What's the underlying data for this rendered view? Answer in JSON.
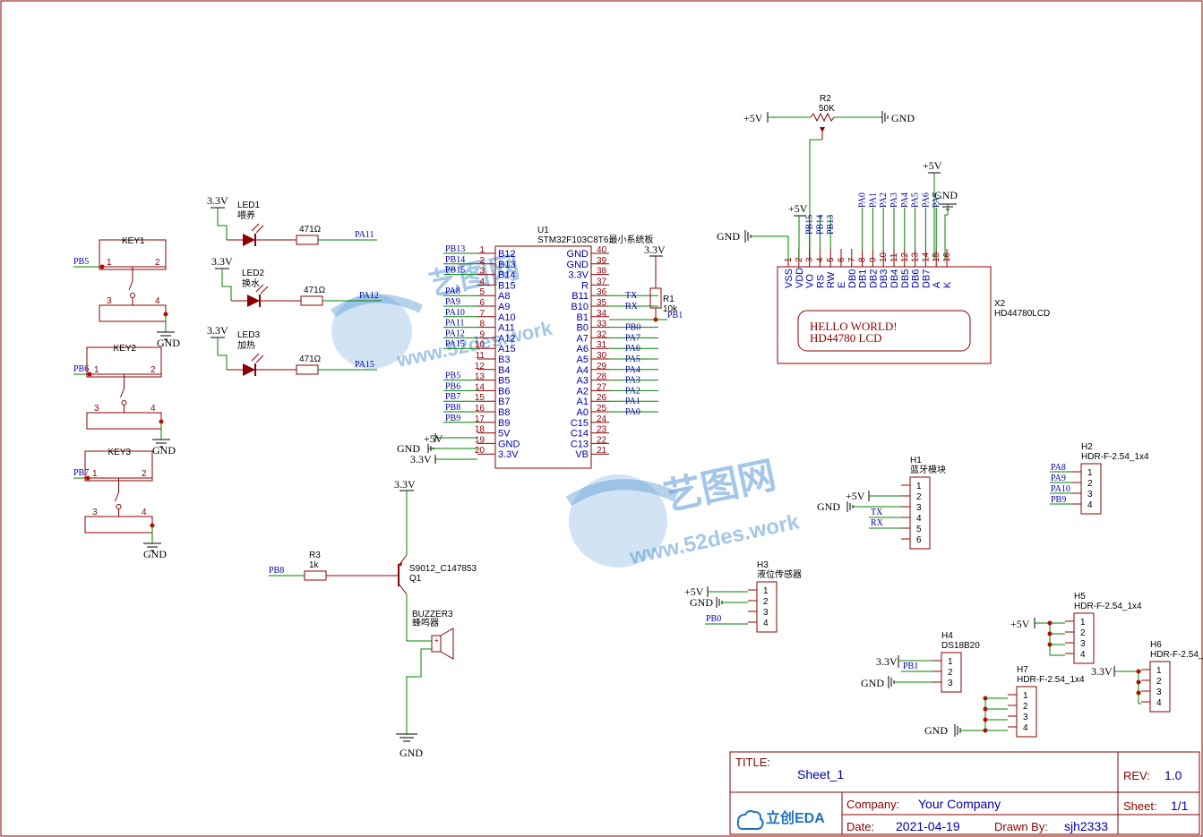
{
  "left_buttons": {
    "key1": {
      "ref": "KEY1",
      "net": "PB5",
      "pins": [
        "1",
        "2",
        "3",
        "4"
      ],
      "gnd": "GND"
    },
    "key2": {
      "ref": "KEY2",
      "net": "PB6",
      "pins": [
        "1",
        "2",
        "3",
        "4"
      ],
      "gnd": "GND"
    },
    "key3": {
      "ref": "KEY3",
      "net": "PB7",
      "pins": [
        "1",
        "2",
        "3",
        "4"
      ],
      "gnd": "GND"
    }
  },
  "leds": {
    "led1": {
      "supply": "3.3V",
      "ref": "LED1",
      "name": "喂养",
      "res": "471Ω",
      "net": "PA11"
    },
    "led2": {
      "supply": "3.3V",
      "ref": "LED2",
      "name": "换水",
      "res": "471Ω",
      "net": "PA12"
    },
    "led3": {
      "supply": "3.3V",
      "ref": "LED3",
      "name": "加热",
      "res": "471Ω",
      "net": "PA15"
    }
  },
  "u1": {
    "ref": "U1",
    "name": "STM32F103C8T6最小系统板",
    "left_pins": [
      {
        "num": "1",
        "name": "B12",
        "net": "PB13"
      },
      {
        "num": "2",
        "name": "B13",
        "net": "PB14"
      },
      {
        "num": "3",
        "name": "B14",
        "net": "PB15"
      },
      {
        "num": "4",
        "name": "B15",
        "net": ""
      },
      {
        "num": "5",
        "name": "A8",
        "net": "PA8"
      },
      {
        "num": "6",
        "name": "A9",
        "net": "PA9"
      },
      {
        "num": "7",
        "name": "A10",
        "net": "PA10"
      },
      {
        "num": "8",
        "name": "A11",
        "net": "PA11"
      },
      {
        "num": "9",
        "name": "A12",
        "net": "PA12"
      },
      {
        "num": "10",
        "name": "A15",
        "net": "PA15"
      },
      {
        "num": "11",
        "name": "B3",
        "net": ""
      },
      {
        "num": "12",
        "name": "B4",
        "net": ""
      },
      {
        "num": "13",
        "name": "B5",
        "net": "PB5"
      },
      {
        "num": "14",
        "name": "B6",
        "net": "PB6"
      },
      {
        "num": "15",
        "name": "B7",
        "net": "PB7"
      },
      {
        "num": "16",
        "name": "B8",
        "net": "PB8"
      },
      {
        "num": "17",
        "name": "B9",
        "net": "PB9"
      },
      {
        "num": "18",
        "name": "5V",
        "net": ""
      },
      {
        "num": "19",
        "name": "GND",
        "net": ""
      },
      {
        "num": "20",
        "name": "3.3V",
        "net": ""
      }
    ],
    "right_pins": [
      {
        "num": "40",
        "name": "GND",
        "net": ""
      },
      {
        "num": "39",
        "name": "GND",
        "net": ""
      },
      {
        "num": "38",
        "name": "3.3V",
        "net": ""
      },
      {
        "num": "37",
        "name": "R",
        "net": ""
      },
      {
        "num": "36",
        "name": "B11",
        "net": "TX"
      },
      {
        "num": "35",
        "name": "B10",
        "net": "RX"
      },
      {
        "num": "34",
        "name": "B1",
        "net": ""
      },
      {
        "num": "33",
        "name": "B0",
        "net": "PB0"
      },
      {
        "num": "32",
        "name": "A7",
        "net": "PA7"
      },
      {
        "num": "31",
        "name": "A6",
        "net": "PA6"
      },
      {
        "num": "30",
        "name": "A5",
        "net": "PA5"
      },
      {
        "num": "29",
        "name": "A4",
        "net": "PA4"
      },
      {
        "num": "28",
        "name": "A3",
        "net": "PA3"
      },
      {
        "num": "27",
        "name": "A2",
        "net": "PA2"
      },
      {
        "num": "26",
        "name": "A1",
        "net": "PA1"
      },
      {
        "num": "25",
        "name": "A0",
        "net": "PA0"
      },
      {
        "num": "24",
        "name": "C15",
        "net": ""
      },
      {
        "num": "23",
        "name": "C14",
        "net": ""
      },
      {
        "num": "22",
        "name": "C13",
        "net": ""
      },
      {
        "num": "21",
        "name": "VB",
        "net": ""
      }
    ],
    "supply_5v": "+5V",
    "supply_gnd": "GND",
    "supply_33": "3.3V"
  },
  "r1": {
    "ref": "R1",
    "value": "10k",
    "supply": "3.3V",
    "net": "PB1"
  },
  "r2": {
    "ref": "R2",
    "value": "50K",
    "left": "+5V",
    "right": "GND"
  },
  "lcd": {
    "ref": "X2",
    "name": "HD44780LCD",
    "display_line1": "HELLO WORLD!",
    "display_line2": "HD44780 LCD",
    "gnd_left": "GND",
    "vdd_supply": "+5V",
    "k_supply": "+5V",
    "k_gnd": "GND",
    "pins": [
      {
        "num": "1",
        "name": "VSS",
        "net": ""
      },
      {
        "num": "2",
        "name": "VDD",
        "net": ""
      },
      {
        "num": "3",
        "name": "VO",
        "net": "PB15"
      },
      {
        "num": "4",
        "name": "RS",
        "net": "PB14"
      },
      {
        "num": "5",
        "name": "RW",
        "net": "PB13"
      },
      {
        "num": "6",
        "name": "E",
        "net": ""
      },
      {
        "num": "7",
        "name": "DB0",
        "net": ""
      },
      {
        "num": "8",
        "name": "DB1",
        "net": "PA0"
      },
      {
        "num": "9",
        "name": "DB2",
        "net": "PA1"
      },
      {
        "num": "10",
        "name": "DB3",
        "net": "PA2"
      },
      {
        "num": "11",
        "name": "DB4",
        "net": "PA3"
      },
      {
        "num": "12",
        "name": "DB5",
        "net": "PA4"
      },
      {
        "num": "13",
        "name": "DB6",
        "net": "PA5"
      },
      {
        "num": "14",
        "name": "DB7",
        "net": "PA6"
      },
      {
        "num": "15",
        "name": "A",
        "net": "PA7"
      },
      {
        "num": "16",
        "name": "K",
        "net": ""
      }
    ]
  },
  "buzzer": {
    "supply": "3.3V",
    "r3_ref": "R3",
    "r3_value": "1k",
    "net": "PB8",
    "q_model": "S9012_C147853",
    "q_ref": "Q1",
    "buzzer_ref": "BUZZER3",
    "buzzer_name": "蜂鸣器",
    "gnd": "GND"
  },
  "headers": {
    "h1": {
      "ref": "H1",
      "name": "蓝牙模块",
      "pins": [
        "1",
        "2",
        "3",
        "4",
        "5",
        "6"
      ],
      "supply": "+5V",
      "gnd": "GND",
      "tx": "TX",
      "rx": "RX"
    },
    "h2": {
      "ref": "H2",
      "name": "HDR-F-2.54_1x4",
      "pins": [
        "1",
        "2",
        "3",
        "4"
      ],
      "nets": [
        "PA8",
        "PA9",
        "PA10",
        "PB9"
      ]
    },
    "h3": {
      "ref": "H3",
      "name": "液位传感器",
      "pins": [
        "1",
        "2",
        "3",
        "4"
      ],
      "supply": "+5V",
      "gnd": "GND",
      "net": "PB0"
    },
    "h4": {
      "ref": "H4",
      "name": "DS18B20",
      "pins": [
        "1",
        "2",
        "3"
      ],
      "supply": "3.3V",
      "gnd": "GND",
      "net": "PB1"
    },
    "h5": {
      "ref": "H5",
      "name": "HDR-F-2.54_1x4",
      "pins": [
        "1",
        "2",
        "3",
        "4"
      ],
      "supply": "+5V"
    },
    "h6": {
      "ref": "H6",
      "name": "HDR-F-2.54_",
      "pins": [
        "1",
        "2",
        "3",
        "4"
      ],
      "supply": "3.3V"
    },
    "h7": {
      "ref": "H7",
      "name": "HDR-F-2.54_1x4",
      "pins": [
        "1",
        "2",
        "3",
        "4"
      ],
      "gnd": "GND"
    }
  },
  "watermark": {
    "cn": "艺图网",
    "url": "www.52des.work"
  },
  "title_block": {
    "title_label": "TITLE:",
    "title": "Sheet_1",
    "rev_label": "REV:",
    "rev": "1.0",
    "company_label": "Company:",
    "company": "Your Company",
    "sheet_label": "Sheet:",
    "sheet": "1/1",
    "date_label": "Date:",
    "date": "2021-04-19",
    "drawn_label": "Drawn By:",
    "drawn": "sjh2333",
    "logo": "立创EDA"
  },
  "colors": {
    "wire": "#008000",
    "component": "#8b0000",
    "net": "#0000aa",
    "border": "#8b0000"
  }
}
